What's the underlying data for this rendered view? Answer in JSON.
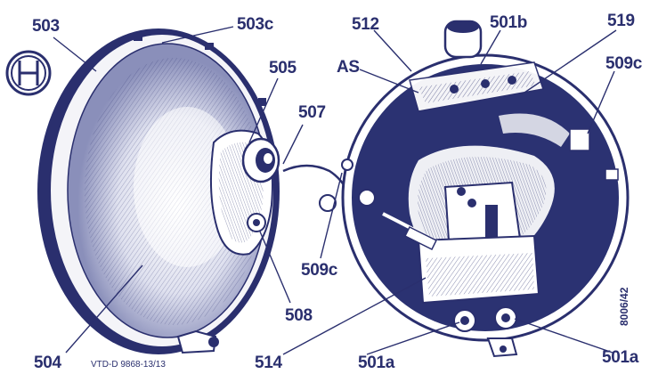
{
  "colors": {
    "ink": "#2a2f6e",
    "paper": "#ffffff",
    "interior": "#2b3272"
  },
  "logo": {
    "name": "bosch-armature-logo"
  },
  "labels": {
    "l503": "503",
    "l503c": "503c",
    "l505": "505",
    "l507": "507",
    "l504": "504",
    "l508": "508",
    "l509c_left": "509c",
    "l512": "512",
    "l501b": "501b",
    "l519": "519",
    "lAS": "AS",
    "l509c_right": "509c",
    "l514": "514",
    "l501a_left": "501a",
    "l501a_right": "501a"
  },
  "footer_ref": "VTD-D 9868-13/13",
  "side_ref": "8006/42"
}
